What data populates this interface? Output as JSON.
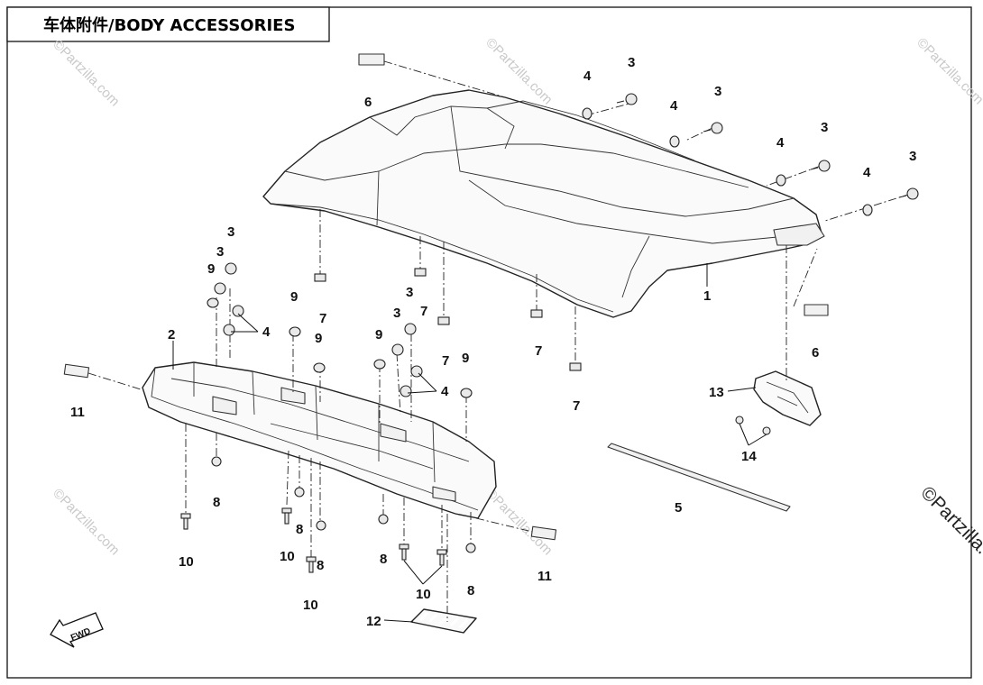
{
  "title": "车体附件/BODY ACCESSORIES",
  "watermark": "©Partzilla.com",
  "direction_arrow": {
    "label": "FWD"
  },
  "callouts": [
    {
      "id": "c1",
      "label": "1"
    },
    {
      "id": "c2",
      "label": "2"
    },
    {
      "id": "c3a",
      "label": "3"
    },
    {
      "id": "c3b",
      "label": "3"
    },
    {
      "id": "c3c",
      "label": "3"
    },
    {
      "id": "c3d",
      "label": "3"
    },
    {
      "id": "c3e",
      "label": "3"
    },
    {
      "id": "c3f",
      "label": "3"
    },
    {
      "id": "c3g",
      "label": "3"
    },
    {
      "id": "c3h",
      "label": "3"
    },
    {
      "id": "c4a",
      "label": "4"
    },
    {
      "id": "c4b",
      "label": "4"
    },
    {
      "id": "c4c",
      "label": "4"
    },
    {
      "id": "c4d",
      "label": "4"
    },
    {
      "id": "c4e",
      "label": "4"
    },
    {
      "id": "c4f",
      "label": "4"
    },
    {
      "id": "c5",
      "label": "5"
    },
    {
      "id": "c6a",
      "label": "6"
    },
    {
      "id": "c6b",
      "label": "6"
    },
    {
      "id": "c7a",
      "label": "7"
    },
    {
      "id": "c7b",
      "label": "7"
    },
    {
      "id": "c7c",
      "label": "7"
    },
    {
      "id": "c7d",
      "label": "7"
    },
    {
      "id": "c7e",
      "label": "7"
    },
    {
      "id": "c8a",
      "label": "8"
    },
    {
      "id": "c8b",
      "label": "8"
    },
    {
      "id": "c8c",
      "label": "8"
    },
    {
      "id": "c8d",
      "label": "8"
    },
    {
      "id": "c8e",
      "label": "8"
    },
    {
      "id": "c9a",
      "label": "9"
    },
    {
      "id": "c9b",
      "label": "9"
    },
    {
      "id": "c9c",
      "label": "9"
    },
    {
      "id": "c9d",
      "label": "9"
    },
    {
      "id": "c9e",
      "label": "9"
    },
    {
      "id": "c10a",
      "label": "10"
    },
    {
      "id": "c10b",
      "label": "10"
    },
    {
      "id": "c10c",
      "label": "10"
    },
    {
      "id": "c10d",
      "label": "10"
    },
    {
      "id": "c11a",
      "label": "11"
    },
    {
      "id": "c11b",
      "label": "11"
    },
    {
      "id": "c12",
      "label": "12"
    },
    {
      "id": "c13",
      "label": "13"
    },
    {
      "id": "c14",
      "label": "14"
    }
  ]
}
